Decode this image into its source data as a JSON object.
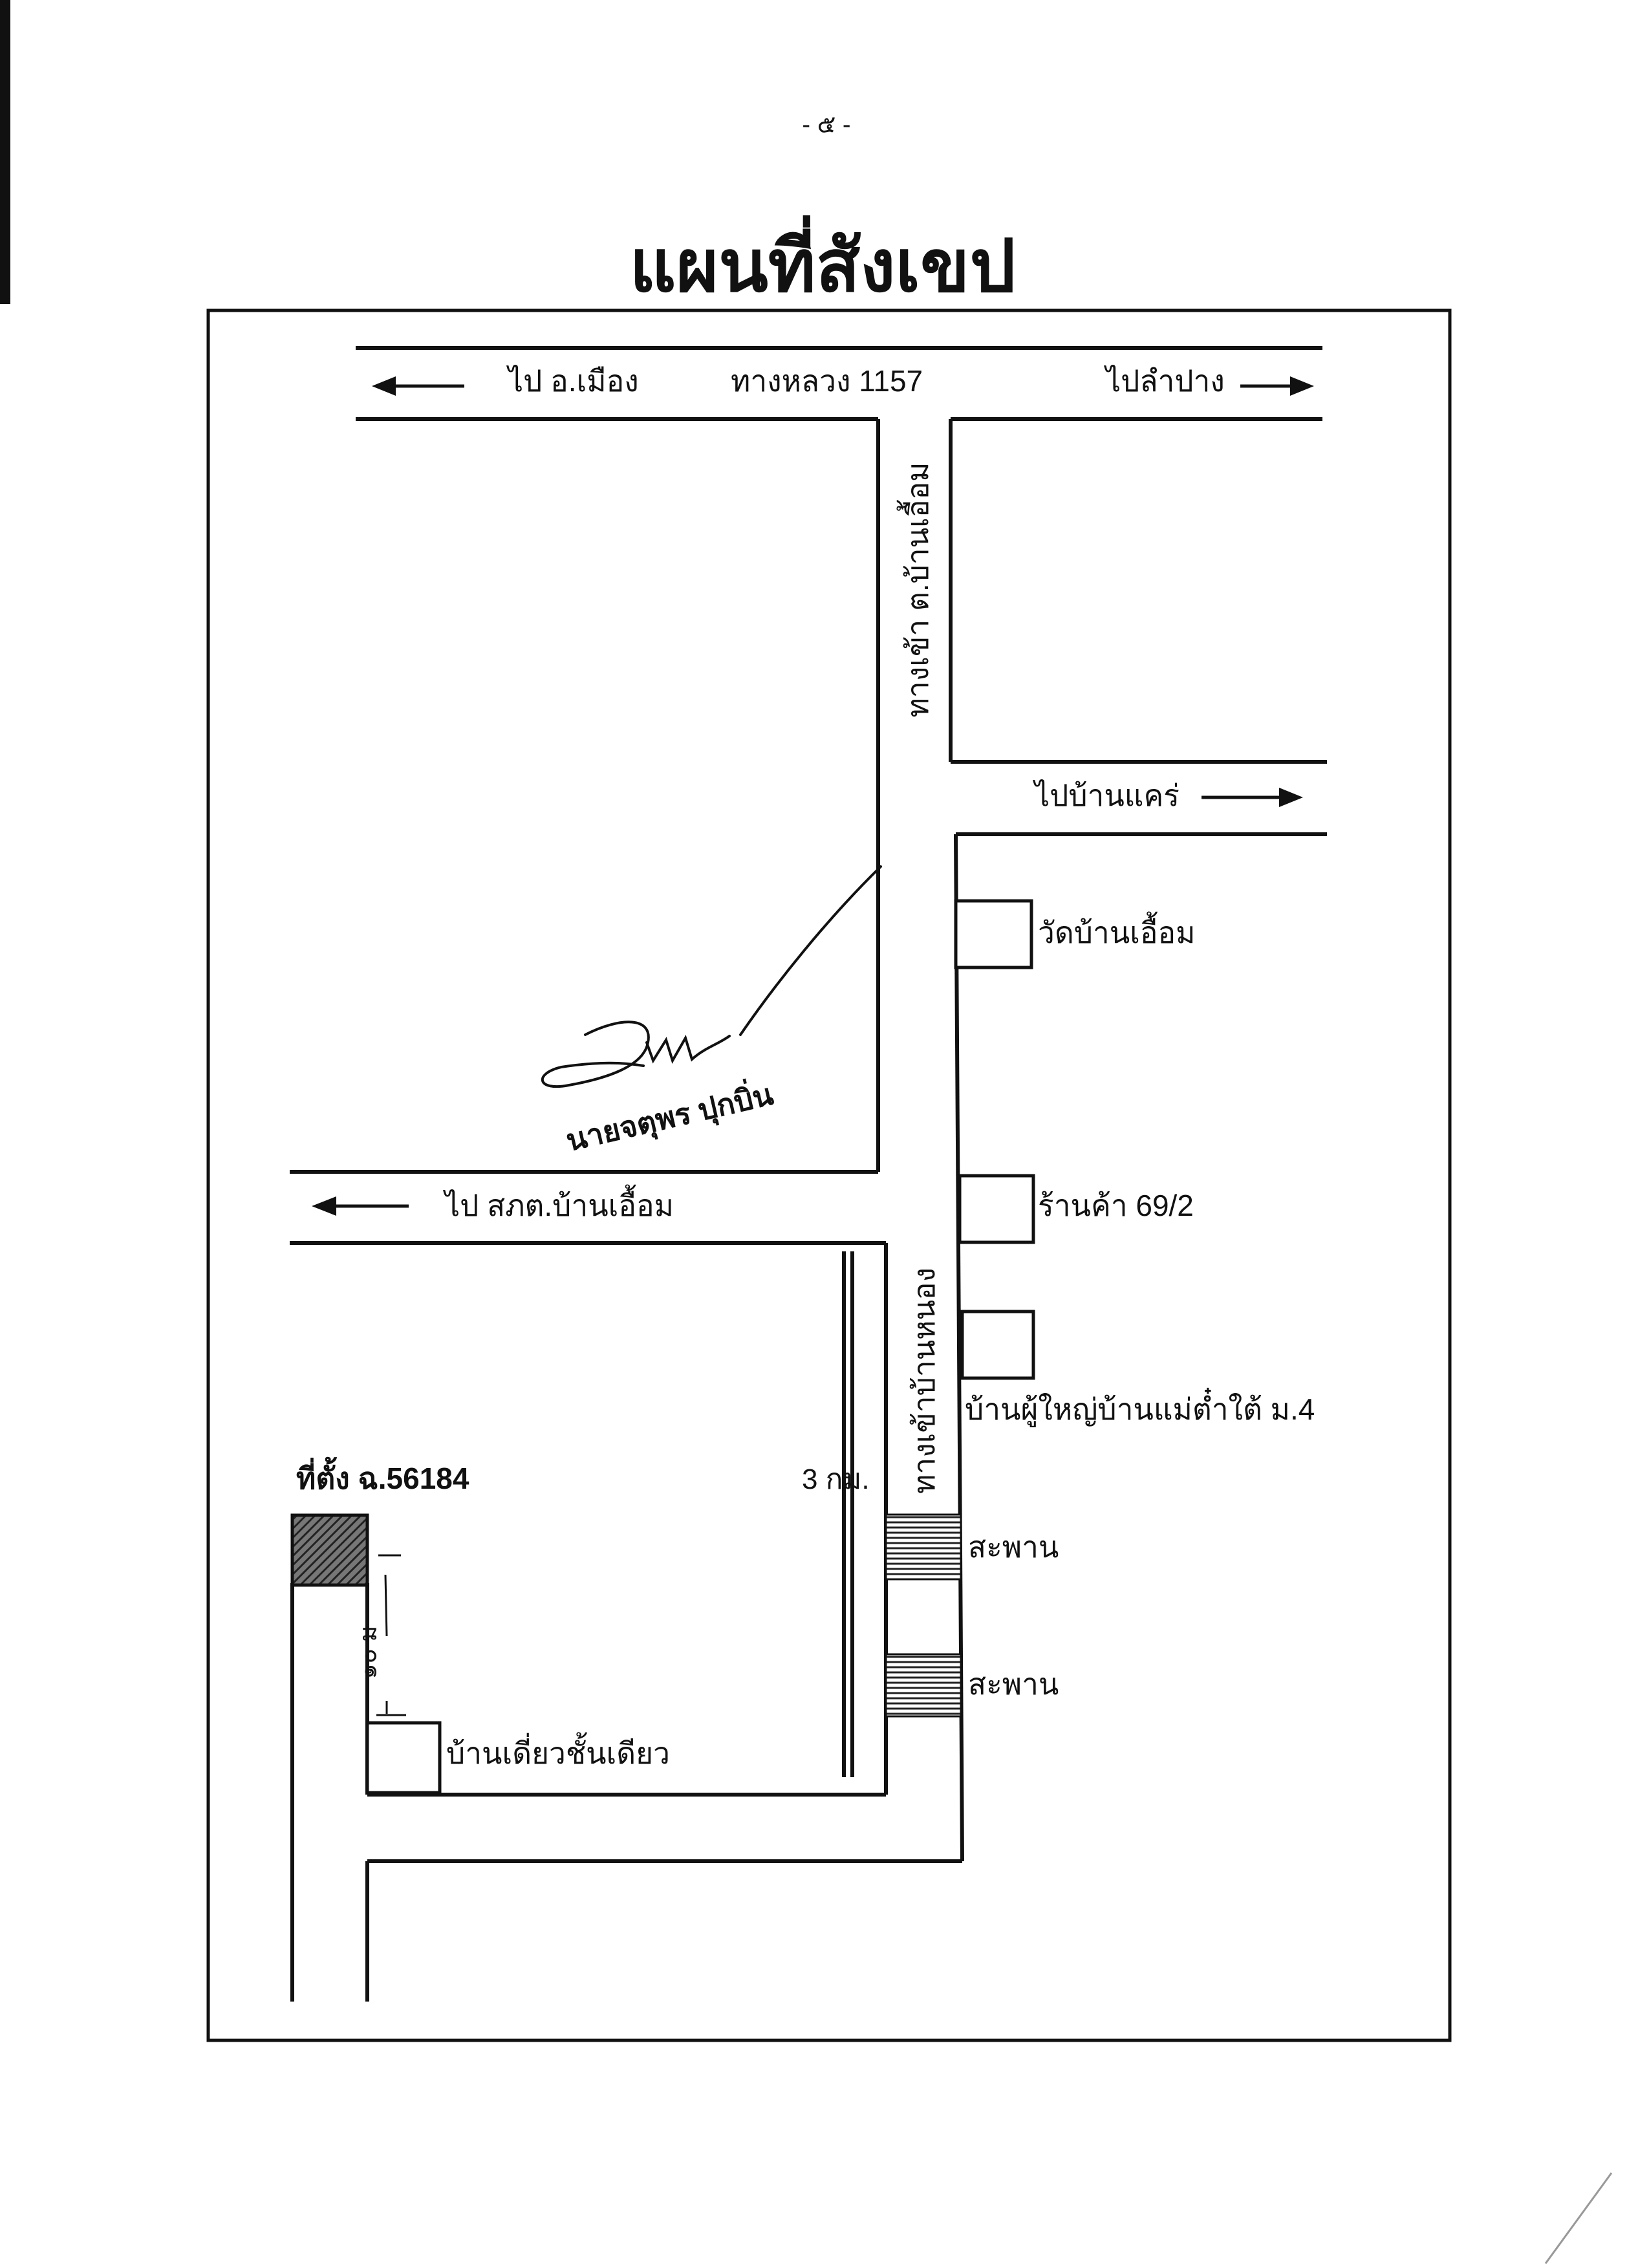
{
  "page_number": "- ๕ -",
  "title": "แผนที่สังเขป",
  "map": {
    "labels": {
      "to_mueang": "ไป อ.เมือง",
      "highway": "ทางหลวง 1157",
      "to_lampang": "ไปลำปาง",
      "entrance_uam": "ทางเข้า ต.บ้านเอื้อม",
      "to_ban_khae": "ไปบ้านแคร่",
      "temple": "วัดบ้านเอื้อม",
      "to_police": "ไป สภต.บ้านเอื้อม",
      "shop": "ร้านค้า 69/2",
      "entrance_nong": "ทางเข้าบ้านหนอง",
      "headman_house": "บ้านผู้ใหญ่บ้านแม่ต๋ำใต้ ม.4",
      "location": "ที่ตั้ง ฉ.56184",
      "distance": "3 กม.",
      "bridge_1": "สะพาน",
      "bridge_2": "สะพาน",
      "distance_small": "๑๐ ม",
      "single_house": "บ้านเดี่ยวชั้นเดียว",
      "signer_name": "นายจตุพร ปุกบิ่น"
    }
  },
  "colors": {
    "ink": "#111111",
    "hatch": "#333333"
  }
}
